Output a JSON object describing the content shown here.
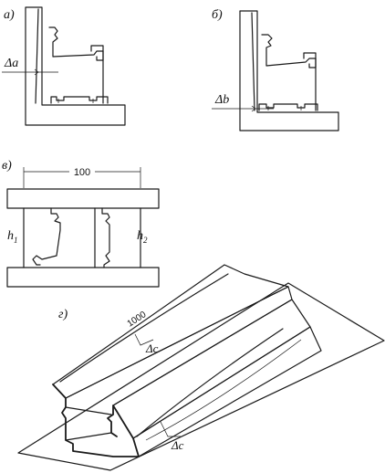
{
  "panels": {
    "a": {
      "label": "а)",
      "delta": "Δa"
    },
    "b": {
      "label": "б)",
      "delta": "Δb"
    },
    "c": {
      "label": "в)",
      "width_mark": "100",
      "h_left": "h",
      "h_left_sub": "1",
      "h_right": "h",
      "h_right_sub": "2"
    },
    "d": {
      "label": "г)",
      "length_mark": "1000",
      "delta_top": "Δc",
      "delta_bottom": "Δc"
    }
  }
}
